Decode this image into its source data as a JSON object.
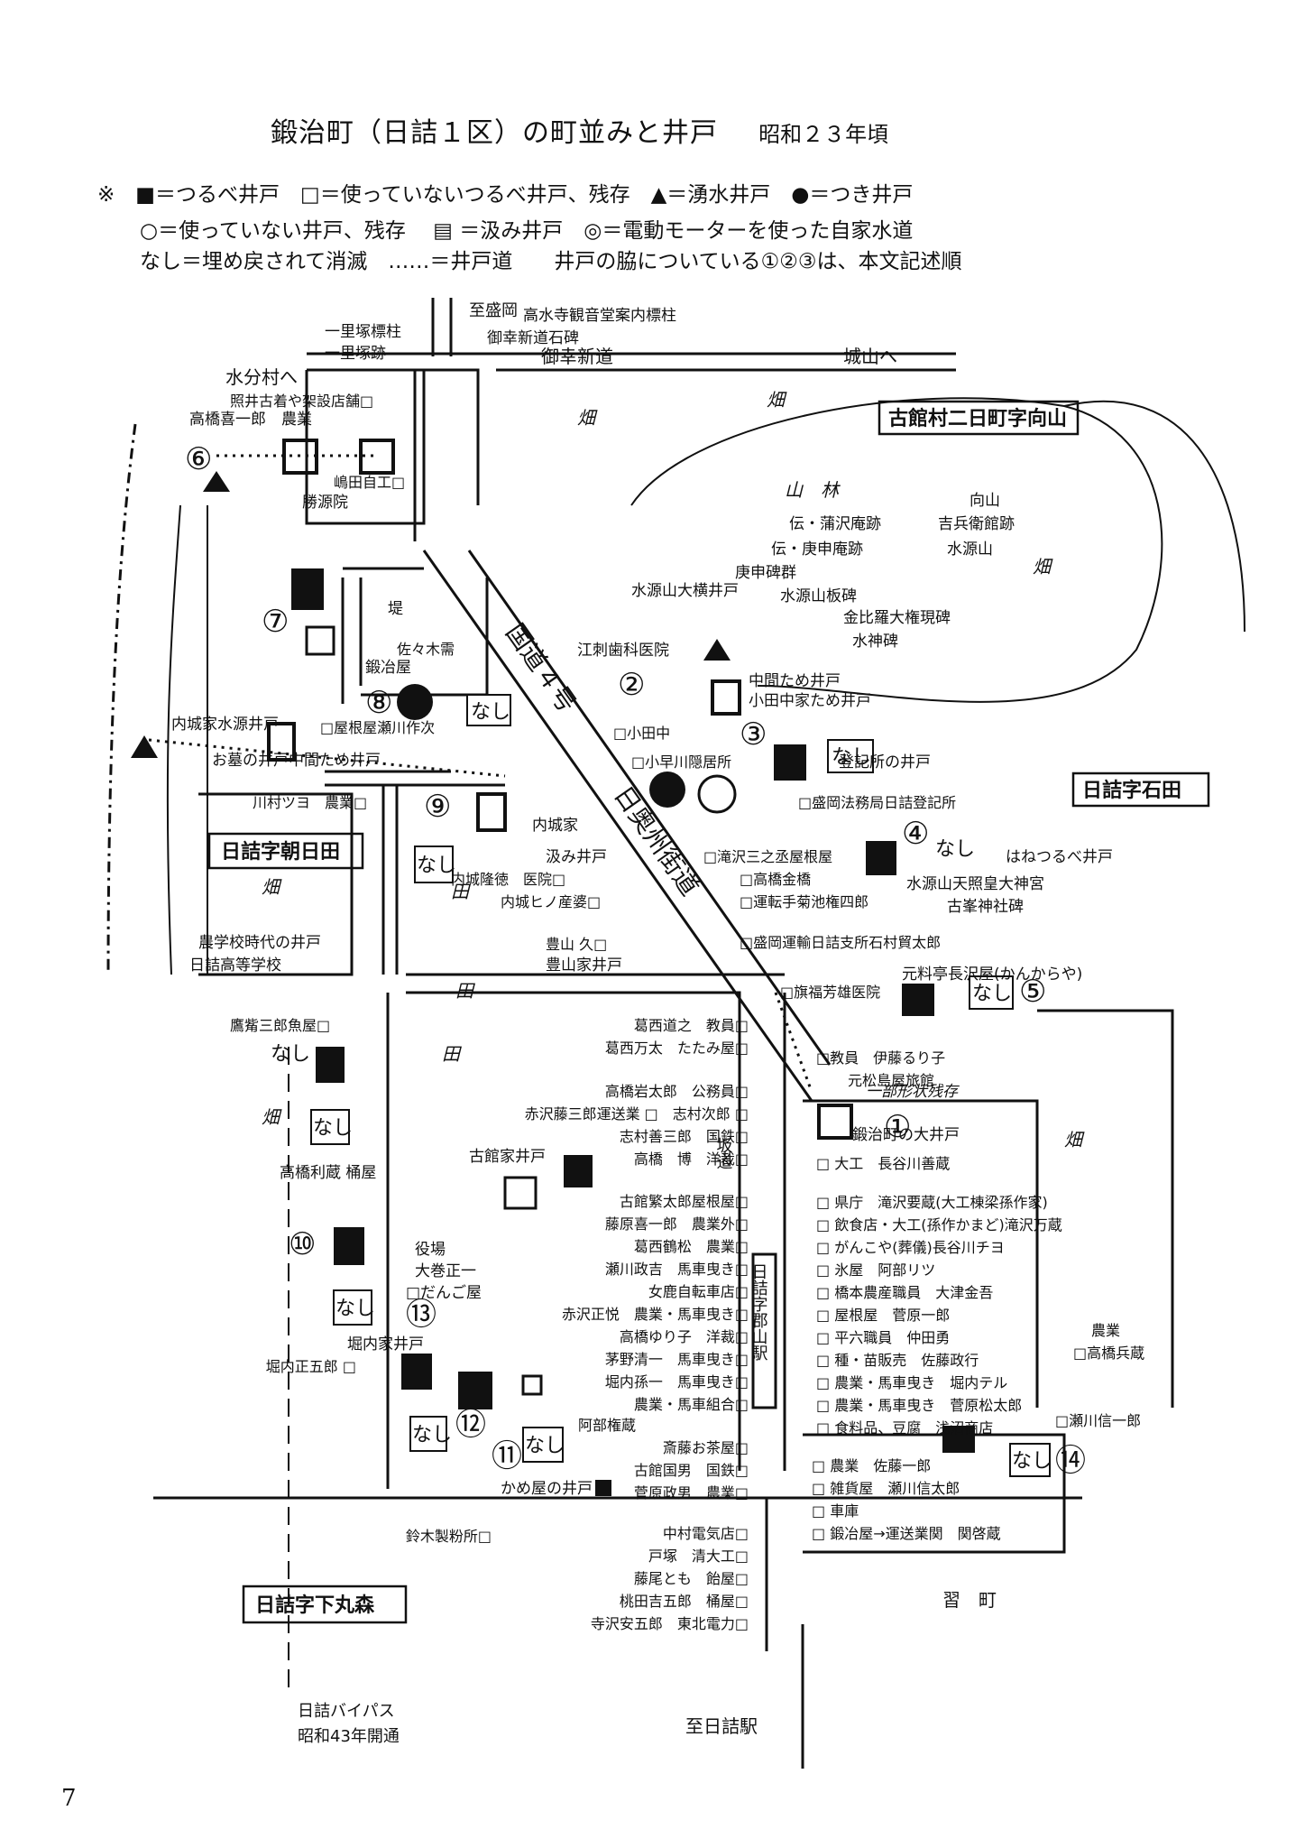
{
  "title": "鍛治町（日詰１区）の町並みと井戸",
  "period": "昭和２３年頃",
  "legend": {
    "line1": "※　■＝つるべ井戸　□＝使っていないつるべ井戸、残存　▲＝湧水井戸　●＝つき井戸",
    "line2": "○＝使っていない井戸、残存　 ▤ ＝汲み井戸　◎＝電動モーターを使った自家水道",
    "line3": "なし＝埋め戻されて消滅　‥‥‥＝井戸道　　井戸の脇についている①②③は、本文記述順"
  },
  "areas": [
    {
      "label": "古館村二日町字向山"
    },
    {
      "label": "日詰字石田"
    },
    {
      "label": "日詰字朝日田"
    },
    {
      "label": "日詰字下丸森"
    }
  ],
  "roads": {
    "route4": "国道４号",
    "oshu_kaido": "日奥州街道",
    "miyuki": "御幸新道",
    "to_shiroyama": "城山へ",
    "to_mizuwake": "水分村へ",
    "to_morioka": "至盛岡",
    "to_hizume_station": "至日詰駅",
    "bypass": "日詰バイパス",
    "bypass_opened": "昭和43年開通",
    "saka": "坂道",
    "station_name": "日詰字郡山駅",
    "naraicho": "習　町"
  },
  "terrain": {
    "field": "畑",
    "rice": "田",
    "forest": "山　林"
  },
  "landmarks": [
    {
      "label": "高水寺観音堂案内標柱"
    },
    {
      "label": "御幸新道石碑"
    },
    {
      "label": "一里塚標柱"
    },
    {
      "label": "一里塚跡"
    },
    {
      "label": "勝源院"
    },
    {
      "label": "堤"
    },
    {
      "label": "向山"
    },
    {
      "label": "吉兵衛館跡"
    },
    {
      "label": "伝・蒲沢庵跡"
    },
    {
      "label": "伝・庚申庵跡"
    },
    {
      "label": "水源山"
    },
    {
      "label": "庚申碑群"
    },
    {
      "label": "水源山板碑"
    },
    {
      "label": "金比羅大権現碑"
    },
    {
      "label": "水神碑"
    },
    {
      "label": "水源山天照皇大神宮"
    },
    {
      "label": "古峯神社碑"
    },
    {
      "label": "農学校時代の井戸"
    },
    {
      "label": "日詰高等学校"
    },
    {
      "label": "役場"
    },
    {
      "label": "大巻正一"
    },
    {
      "label": "□だんご屋"
    },
    {
      "label": "内城家"
    }
  ],
  "wells": [
    {
      "num": "①",
      "label": "鍛治町の大井戸",
      "note": "一部形状残存"
    },
    {
      "num": "②",
      "label": "江刺歯科医院"
    },
    {
      "num": "③",
      "label": "小田中家ため井戸"
    },
    {
      "num": "④",
      "label": "はねつるべ井戸"
    },
    {
      "num": "⑤",
      "label": "元料亭長沢屋(かんからや)"
    },
    {
      "num": "⑥",
      "label": "高橋喜一郎　農業"
    },
    {
      "num": "⑦",
      "label": "勝源院"
    },
    {
      "num": "⑧",
      "label": "鍛冶屋"
    },
    {
      "num": "⑨",
      "label": "汲み井戸"
    },
    {
      "num": "⑩",
      "label": "高橋利蔵 桶屋"
    },
    {
      "num": "⑪",
      "label": "かめ屋の井戸"
    },
    {
      "num": "⑫",
      "label": "古館家井戸"
    },
    {
      "num": "⑬",
      "label": "堀内家井戸"
    },
    {
      "num": "⑭",
      "label": "瀬川信一郎"
    }
  ],
  "well_labels": {
    "nashi": "なし",
    "mizuwake_well": "内城家水源井戸",
    "ohaka": "お墓の井戸中間ため井戸",
    "chuukan": "中間ため井戸",
    "suigenzan_ooyoko": "水源山大横井戸",
    "touki": "登記所の井戸",
    "toyoyama_well": "豊山家井戸",
    "kodate_well": "古館家井戸",
    "horiuchi_well": "堀内家井戸",
    "kameya_well": "かめ屋の井戸"
  },
  "residents_west_upper": [
    "照井古着や架設店舗□",
    "嶋田自工□",
    "佐々木需",
    "□屋根屋瀬川作次",
    "川村ツヨ　農業□",
    "内城隆徳　医院□",
    "内城ヒノ産婆□",
    "豊山 久□",
    "鷹觜三郎魚屋□"
  ],
  "residents_central": [
    "葛西道之　教員□",
    "葛西万太　たたみ屋□",
    "高橋岩太郎　公務員□",
    "赤沢藤三郎運送業 □　志村次郎 □",
    "志村善三郎　国鉄□",
    "高橋　博　洋裁□",
    "古館繁太郎屋根屋□",
    "藤原喜一郎　農業外□",
    "葛西鶴松　農業□",
    "瀬川政吉　馬車曳き□",
    "女鹿自転車店□",
    "赤沢正悦　農業・馬車曳き□",
    "高橋ゆり子　洋裁□",
    "茅野清一　馬車曳き□",
    "堀内孫一　馬車曳き□",
    "農業・馬車組合□",
    "阿部権蔵",
    "斎藤お茶屋□",
    "古館国男　国鉄□",
    "菅原政男　農業□",
    "堀内正五郎 □"
  ],
  "residents_east": [
    "□盛岡法務局日詰登記所",
    "□滝沢三之丞屋根屋",
    "□高橋金橋",
    "□運転手菊池権四郎",
    "□盛岡運輸日詰支所石村貿太郎",
    "□旗福芳雄医院",
    "□教員　伊藤るり子",
    "元松島屋旅館",
    "□ 大工　長谷川善蔵",
    "□ 県庁　滝沢要蔵(大工棟梁孫作家)",
    "□ 飲食店・大工(孫作かまど)滝沢万蔵",
    "□ がんこや(葬儀)長谷川チヨ",
    "□ 氷屋　阿部リツ",
    "□ 橋本農産職員　大津金吾",
    "□ 屋根屋　菅原一郎",
    "□ 平六職員　仲田勇",
    "□ 種・苗販売　佐藤政行",
    "□ 農業・馬車曳き　堀内テル",
    "□ 農業・馬車曳き　菅原松太郎",
    "□ 食料品、豆腐　浅沼商店",
    "□ 農業　佐藤一郎",
    "□ 雑貨屋　瀬川信太郎",
    "□ 車庫",
    "□ 鍛冶屋→運送業関　関啓蔵",
    "農業",
    "□高橋兵蔵",
    "□瀬川信一郎",
    "□小早川隠居所",
    "□小田中"
  ],
  "residents_south": [
    "鈴木製粉所□",
    "中村電気店□",
    "戸塚　清大工□",
    "藤尾とも　飴屋□",
    "桃田吉五郎　桶屋□",
    "寺沢安五郎　東北電力□"
  ],
  "page_number": "7"
}
